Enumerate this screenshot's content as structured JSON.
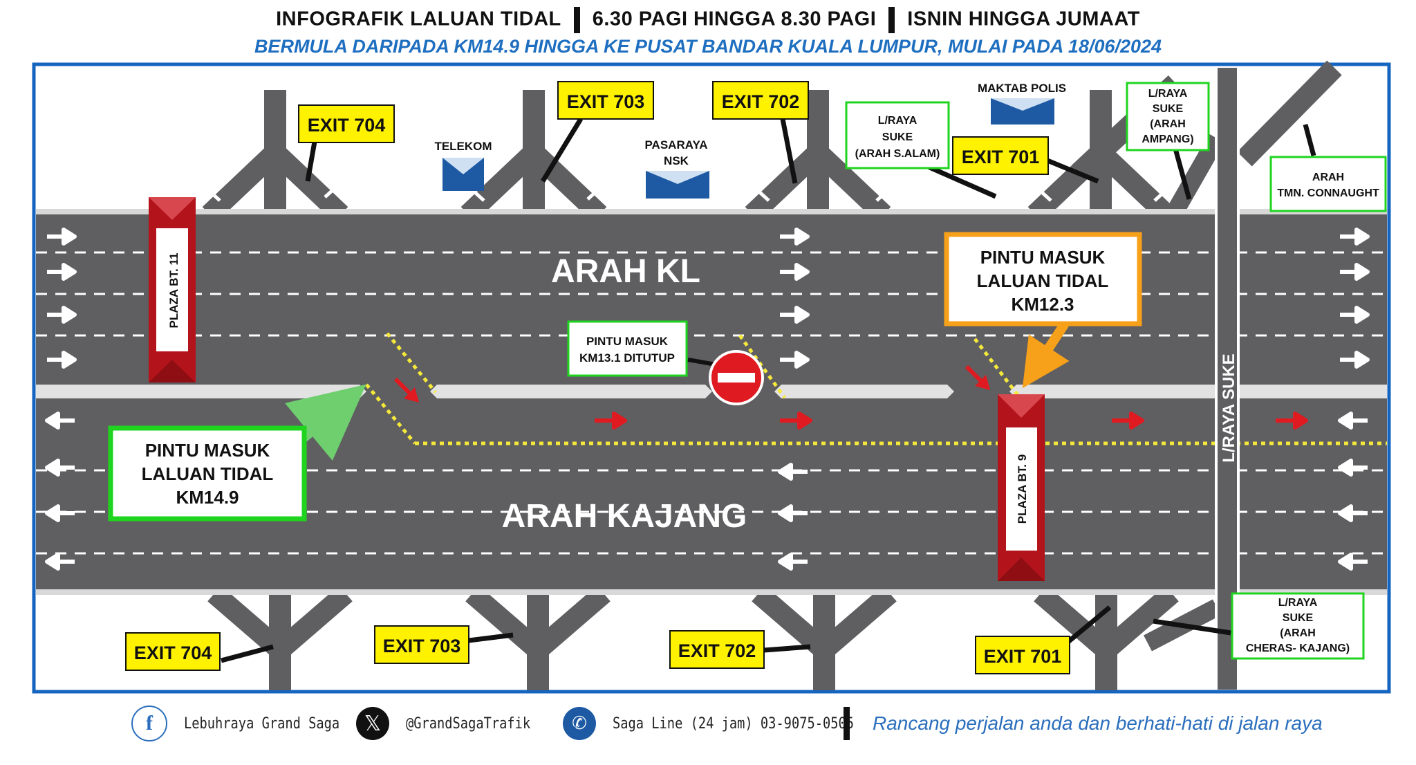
{
  "header": {
    "title_part1": "INFOGRAFIK LALUAN TIDAL",
    "title_part2": "6.30 PAGI HINGGA 8.30 PAGI",
    "title_part3": "ISNIN HINGGA JUMAAT",
    "subtitle": "BERMULA DARIPADA KM14.9 HINGGA KE PUSAT BANDAR KUALA LUMPUR, MULAI  PADA 18/06/2024"
  },
  "directions": {
    "kl": "ARAH KL",
    "kajang": "ARAH KAJANG"
  },
  "exits_top": [
    "EXIT 704",
    "EXIT 703",
    "EXIT 702",
    "EXIT 701"
  ],
  "exits_bottom": [
    "EXIT 704",
    "EXIT 703",
    "EXIT 702",
    "EXIT 701"
  ],
  "landmarks": {
    "telekom": "TELEKOM",
    "pasaraya_l1": "PASARAYA",
    "pasaraya_l2": "NSK",
    "maktab": "MAKTAB POLIS"
  },
  "plazas": {
    "bt11": "PLAZA BT. 11",
    "bt9": "PLAZA BT. 9"
  },
  "suke_road": "L/RAYA SUKE",
  "callouts": {
    "suke_salam": [
      "L/RAYA",
      "SUKE",
      "(ARAH S.ALAM)"
    ],
    "suke_ampang": [
      "L/RAYA",
      "SUKE",
      "(ARAH",
      "AMPANG)"
    ],
    "connaught": [
      "ARAH",
      "TMN. CONNAUGHT"
    ],
    "suke_cheras": [
      "L/RAYA",
      "SUKE",
      "(ARAH",
      "CHERAS- KAJANG)"
    ],
    "km131": [
      "PINTU MASUK",
      "KM13.1 DITUTUP"
    ],
    "km123": [
      "PINTU MASUK",
      "LALUAN TIDAL",
      "KM12.3"
    ],
    "km149": [
      "PINTU MASUK",
      "LALUAN TIDAL",
      "KM14.9"
    ]
  },
  "footer": {
    "facebook": "Lebuhraya Grand Saga",
    "twitter": "@GrandSagaTrafik",
    "phone": "Saga Line (24 jam) 03-9075-0505",
    "slogan": "Rancang perjalan anda dan berhati-hati di jalan raya"
  },
  "colors": {
    "road": "#5f5f61",
    "label_yellow": "#fff200",
    "callout_green": "#1fd41f",
    "callout_orange": "#f7a11a",
    "plaza_red": "#b3141b",
    "subtitle_blue": "#1f6fc0",
    "frame_blue": "#1565c0"
  }
}
